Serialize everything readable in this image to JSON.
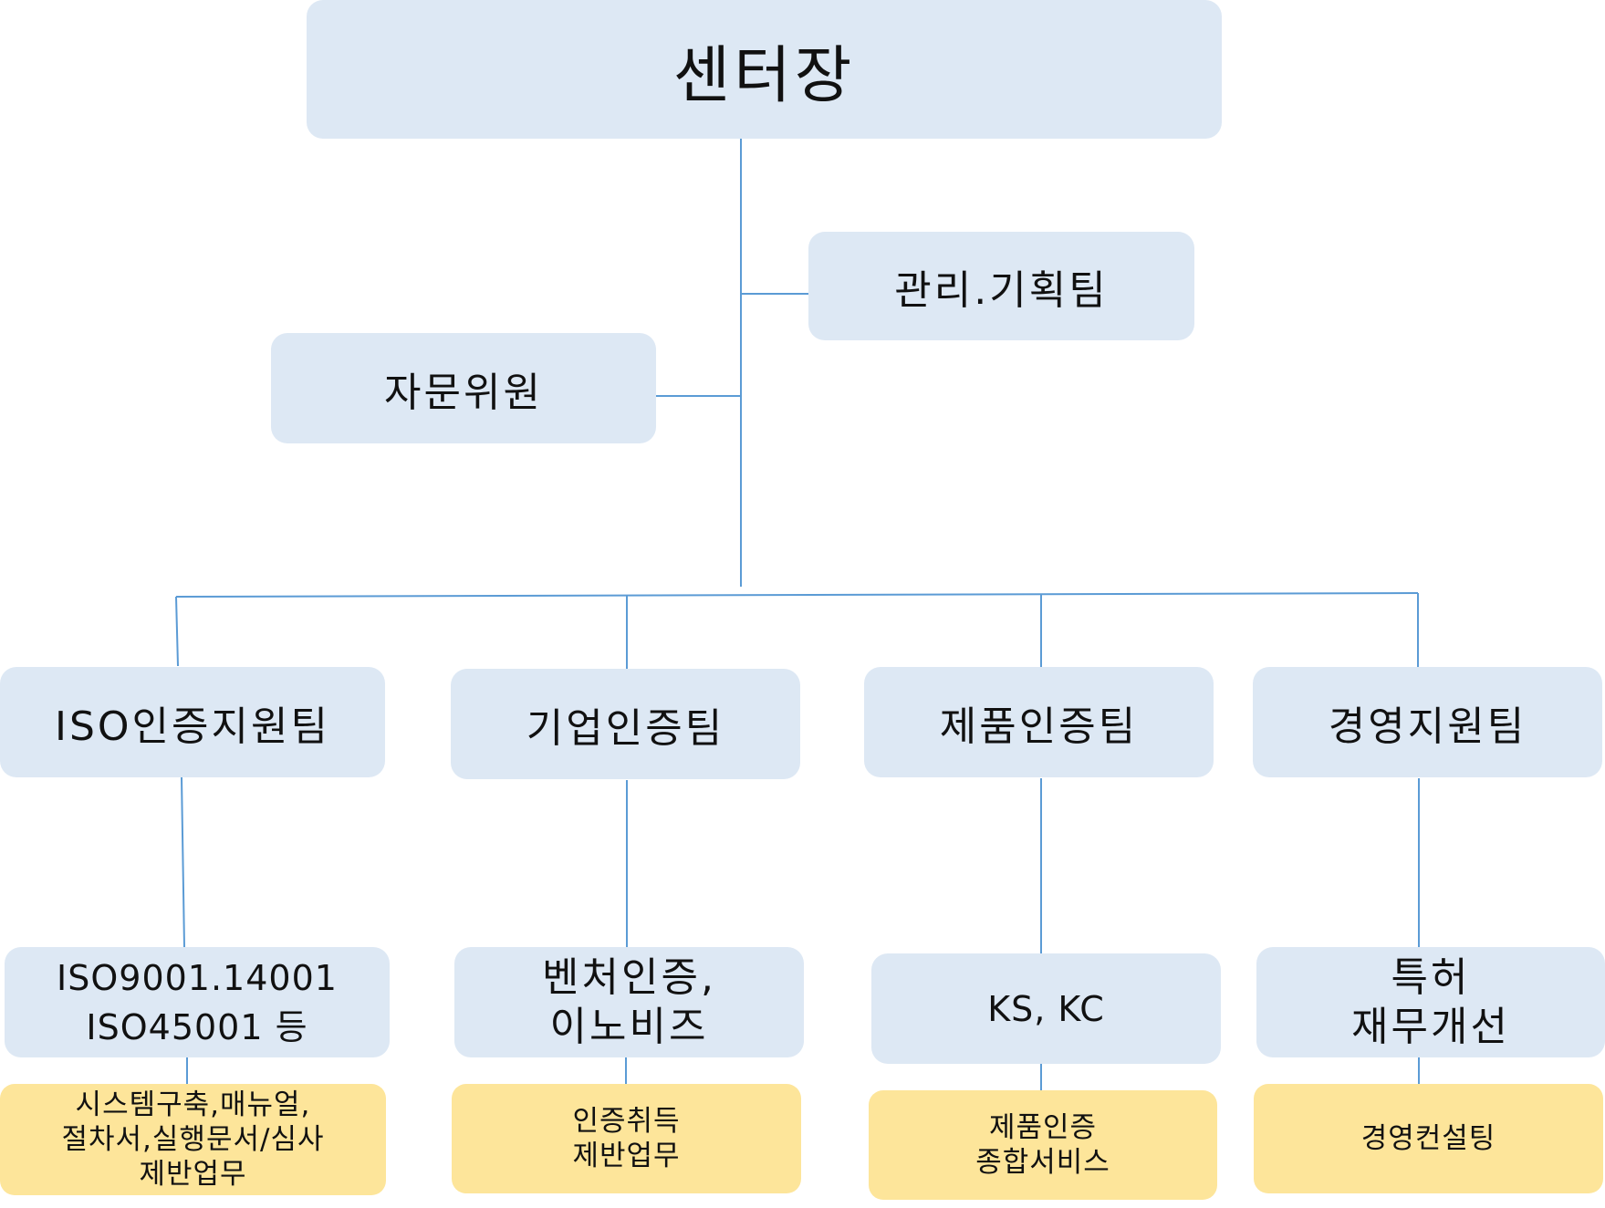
{
  "center": {
    "label": "센터장"
  },
  "management": {
    "label": "관리.기획팀"
  },
  "advisory": {
    "label": "자문위원"
  },
  "teams": [
    {
      "label": "ISO인증지원팀",
      "sub": [
        "ISO9001.14001",
        "ISO45001 등"
      ],
      "note": [
        "시스템구축,매뉴얼,",
        "절차서,실행문서/심사",
        "제반업무"
      ]
    },
    {
      "label": "기업인증팀",
      "sub": [
        "벤처인증,",
        "이노비즈"
      ],
      "note": [
        "인증취득",
        "제반업무"
      ]
    },
    {
      "label": "제품인증팀",
      "sub": [
        "KS, KC"
      ],
      "note": [
        "제품인증",
        "종합서비스"
      ]
    },
    {
      "label": "경영지원팀",
      "sub": [
        "특허",
        "재무개선"
      ],
      "note": [
        "경영컨설팅"
      ]
    }
  ],
  "colors": {
    "box": "#dde8f4",
    "note": "#fde59a",
    "line": "#5b9bd5"
  }
}
